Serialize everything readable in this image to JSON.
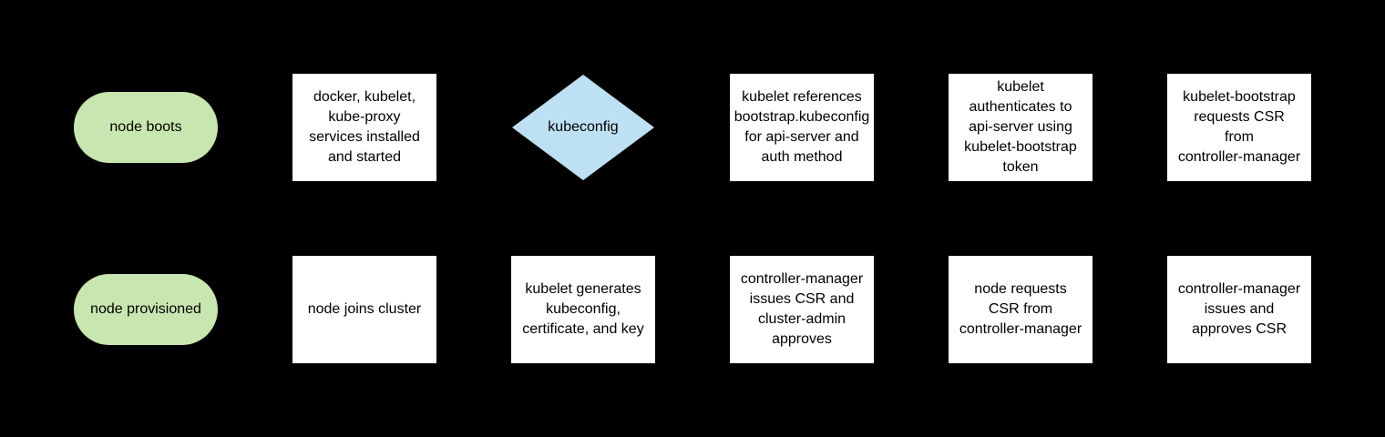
{
  "colors": {
    "canvas_bg": "#000000",
    "terminator_fill": "#c8e6af",
    "decision_fill": "#bee0f3",
    "process_fill": "#ffffff",
    "node_text": "#000000"
  },
  "flowchart": {
    "rows": [
      {
        "nodes": [
          {
            "type": "terminator",
            "label": "node boots"
          },
          {
            "type": "process",
            "label": "docker, kubelet,\nkube-proxy\nservices installed\nand started"
          },
          {
            "type": "decision",
            "label": "kubeconfig"
          },
          {
            "type": "process",
            "label": "kubelet references\nbootstrap.kubeconfig\nfor api-server and\nauth method"
          },
          {
            "type": "process",
            "label": "kubelet\nauthenticates to\napi-server using\nkubelet-bootstrap\ntoken"
          },
          {
            "type": "process",
            "label": "kubelet-bootstrap\nrequests CSR\nfrom\ncontroller-manager"
          }
        ]
      },
      {
        "nodes": [
          {
            "type": "terminator",
            "label": "node provisioned"
          },
          {
            "type": "process",
            "label": "node joins cluster"
          },
          {
            "type": "process",
            "label": "kubelet generates\nkubeconfig,\ncertificate, and key"
          },
          {
            "type": "process",
            "label": "controller-manager\nissues CSR and\ncluster-admin\napproves"
          },
          {
            "type": "process",
            "label": "node requests\nCSR from\ncontroller-manager"
          },
          {
            "type": "process",
            "label": "controller-manager\nissues and\napproves CSR"
          }
        ]
      }
    ]
  }
}
